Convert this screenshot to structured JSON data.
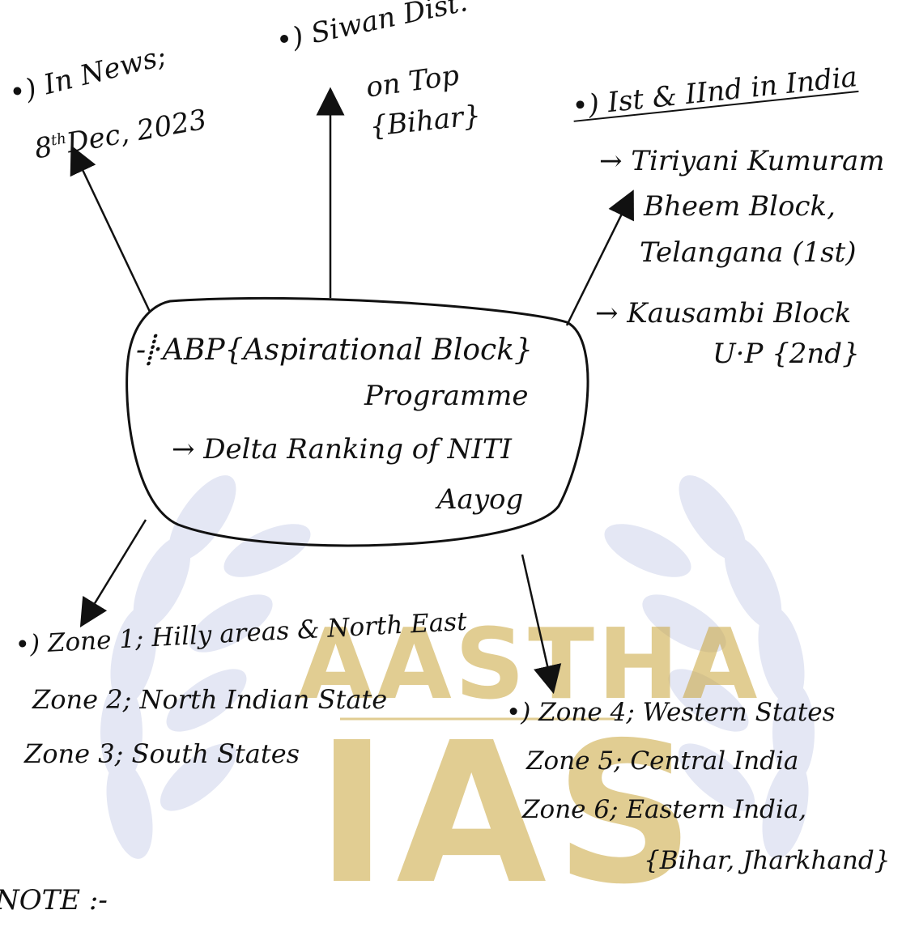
{
  "watermark": {
    "line1": "AASTHA",
    "line2": "IAS",
    "color": "#c9a43a",
    "leaf_color": "#dfe3f2"
  },
  "center": {
    "line1": "-⸽·ABP{Aspirational Block}",
    "line2": "Programme",
    "line3": "→ Delta Ranking of NITI",
    "line4": "Aayog"
  },
  "news": {
    "line1": "•) In News;",
    "line2_pre": "8",
    "line2_sup": "th",
    "line2_post": "Dec, 2023"
  },
  "top": {
    "line1": "•) Siwan Dist.",
    "line2": "on Top",
    "line3": "{Bihar}"
  },
  "ranking": {
    "heading": "•) Ist & IInd in India",
    "first_line1": "→ Tiriyani Kumuram",
    "first_line2": "Bheem Block,",
    "first_line3": "Telangana (1st)",
    "second_line1": "→ Kausambi Block",
    "second_line2": "U·P {2nd}"
  },
  "zones_left": {
    "zone1": "•) Zone 1; Hilly areas & North East",
    "zone2": "Zone 2; North Indian State",
    "zone3": "Zone 3; South States"
  },
  "zones_right": {
    "zone4": "•) Zone 4; Western States",
    "zone5": "Zone 5; Central India",
    "zone6": "Zone 6; Eastern India,",
    "zone6_sub": "{Bihar, Jharkhand}"
  },
  "bottom_fragment": "NOTE :-"
}
